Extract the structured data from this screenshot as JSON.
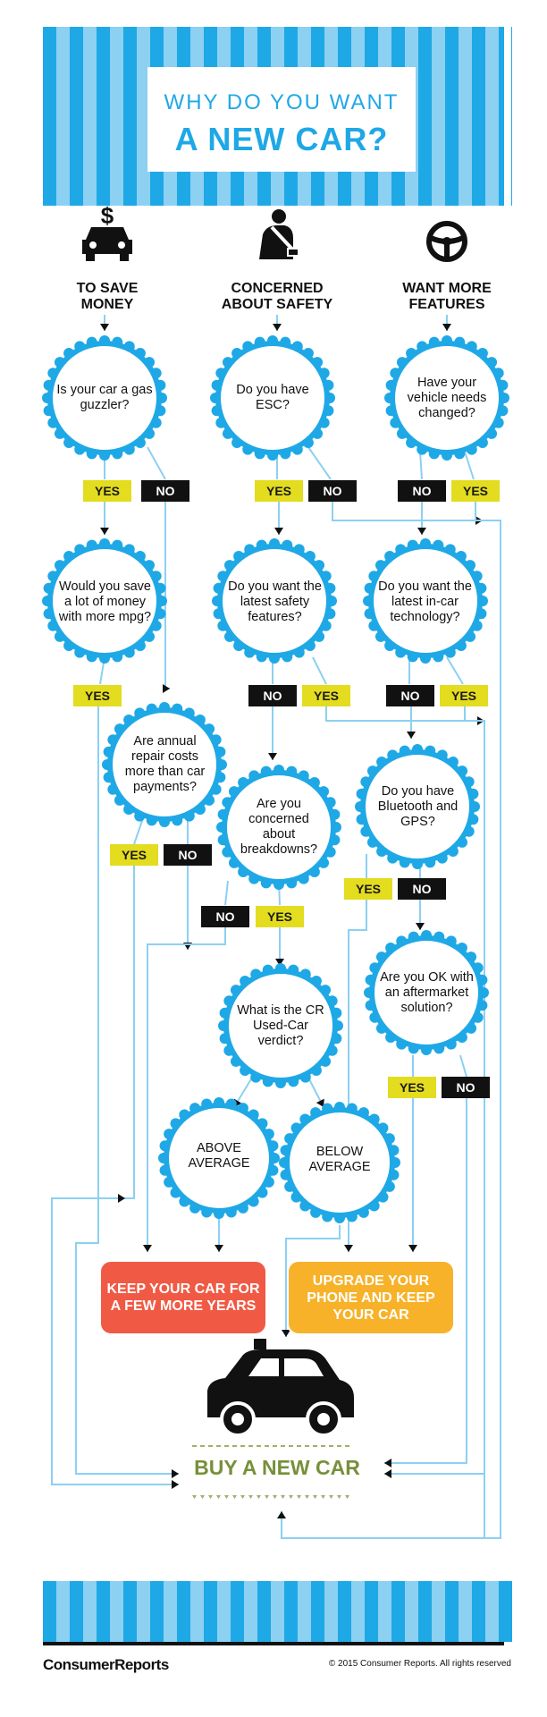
{
  "title": {
    "line1": "WHY DO YOU WANT",
    "line2": "A NEW CAR?"
  },
  "categories": [
    {
      "line1": "TO SAVE",
      "line2": "MONEY",
      "icon": "money-car-icon"
    },
    {
      "line1": "CONCERNED",
      "line2": "ABOUT SAFETY",
      "icon": "seatbelt-icon"
    },
    {
      "line1": "WANT MORE",
      "line2": "FEATURES",
      "icon": "steering-wheel-icon"
    }
  ],
  "questions": {
    "gas_guzzler": "Is your car a gas guzzler?",
    "esc": "Do you have ESC?",
    "needs_changed": "Have your vehicle needs changed?",
    "save_mpg": "Would you save a lot of money with more mpg?",
    "safety_features": "Do you want the latest safety features?",
    "incar_tech": "Do you want the latest in-car technology?",
    "repair_costs": "Are annual repair costs more than car payments?",
    "breakdowns": "Are you concerned about breakdowns?",
    "bluetooth": "Do you have Bluetooth and GPS?",
    "cr_verdict": "What is the CR Used-Car verdict?",
    "aftermarket": "Are you OK with an aftermarket solution?",
    "above": "ABOVE AVERAGE",
    "below": "BELOW AVERAGE"
  },
  "labels": {
    "yes": "YES",
    "no": "NO"
  },
  "outcomes": {
    "keep": "KEEP YOUR CAR FOR A FEW MORE YEARS",
    "upgrade": "UPGRADE YOUR PHONE AND KEEP YOUR CAR",
    "buy": "BUY A NEW CAR"
  },
  "footer": {
    "logo": "ConsumerReports",
    "copyright": "© 2015 Consumer Reports. All rights reserved"
  },
  "colors": {
    "blue": "#1fa8e6",
    "light_blue": "#8cd0f2",
    "yes": "#e3dc1f",
    "no": "#111111",
    "keep": "#f05a45",
    "upgrade": "#f7b22a",
    "buy": "#77903a"
  }
}
